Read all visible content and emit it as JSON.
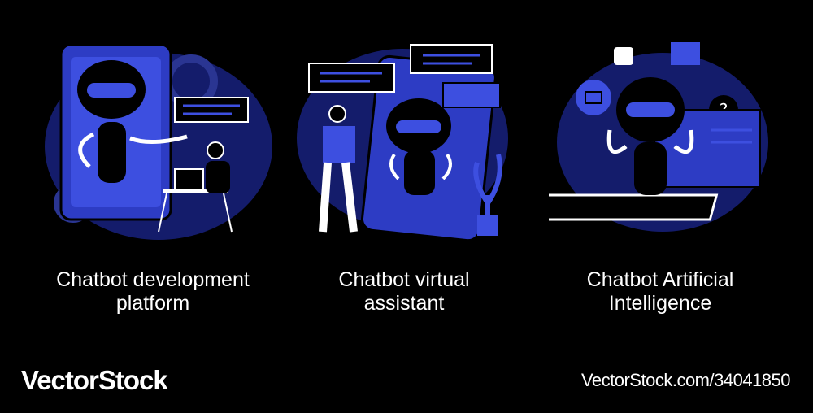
{
  "illustrations": [
    {
      "name": "development-platform",
      "caption_line1": "Chatbot development",
      "caption_line2": "platform"
    },
    {
      "name": "virtual-assistant",
      "caption_line1": "Chatbot virtual",
      "caption_line2": "assistant"
    },
    {
      "name": "artificial-intelligence",
      "caption_line1": "Chatbot Artificial",
      "caption_line2": "Intelligence"
    }
  ],
  "footer": {
    "brand": "VectorStock",
    "image_id_text": "VectorStock.com/34041850"
  },
  "colors": {
    "background": "#000000",
    "accent_blue": "#3d4fe0",
    "dark_blue": "#1a237e",
    "text": "#ffffff"
  }
}
